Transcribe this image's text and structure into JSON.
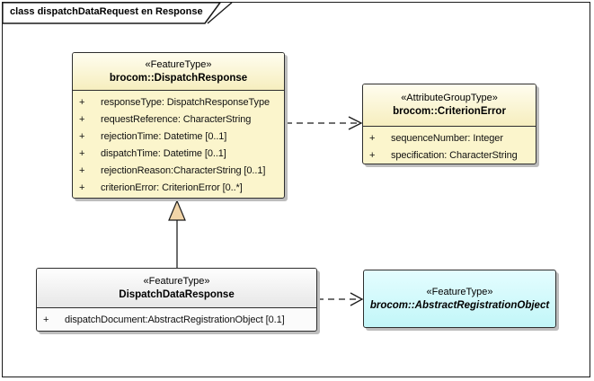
{
  "frame": {
    "title": "class dispatchDataRequest en Response"
  },
  "colors": {
    "feature_fill": "#FBF5CC",
    "feature_header_top": "#FFFDEF",
    "feature_header_bottom": "#F6EEBE",
    "abstract_feature_fill": "#C9F7F9",
    "plain_fill": "#FBFBFB",
    "box_border": "#2E2E2E",
    "box_shadow": "#BDBDBD",
    "generalization_triangle_fill": "#F2D5A8"
  },
  "classes": {
    "dispatch_response": {
      "stereotype": "«FeatureType»",
      "name": "brocom::DispatchResponse",
      "attributes": [
        {
          "vis": "+",
          "text": "responseType: DispatchResponseType"
        },
        {
          "vis": "+",
          "text": "requestReference: CharacterString"
        },
        {
          "vis": "+",
          "text": "rejectionTime: Datetime [0..1]"
        },
        {
          "vis": "+",
          "text": "dispatchTime: Datetime [0..1]"
        },
        {
          "vis": "+",
          "text": "rejectionReason:CharacterString [0..1]"
        },
        {
          "vis": "+",
          "text": "criterionError: CriterionError [0..*]"
        }
      ]
    },
    "criterion_error": {
      "stereotype": "«AttributeGroupType»",
      "name": "brocom::CriterionError",
      "attributes": [
        {
          "vis": "+",
          "text": "sequenceNumber: Integer"
        },
        {
          "vis": "+",
          "text": "specification: CharacterString"
        }
      ]
    },
    "dispatch_data_response": {
      "stereotype": "«FeatureType»",
      "name": "DispatchDataResponse",
      "attributes": [
        {
          "vis": "+",
          "text": "dispatchDocument:AbstractRegistrationObject [0.1]"
        }
      ]
    },
    "abstract_registration_object": {
      "stereotype": "«FeatureType»",
      "name": "brocom::AbstractRegistrationObject"
    }
  },
  "connectors": [
    {
      "type": "dependency",
      "style": "dashed-open-arrow",
      "from": "brocom::DispatchResponse",
      "to": "brocom::CriterionError"
    },
    {
      "type": "generalization",
      "style": "solid-hollow-triangle",
      "from": "DispatchDataResponse",
      "to": "brocom::DispatchResponse"
    },
    {
      "type": "dependency",
      "style": "dashed-open-arrow",
      "from": "DispatchDataResponse",
      "to": "brocom::AbstractRegistrationObject"
    }
  ]
}
